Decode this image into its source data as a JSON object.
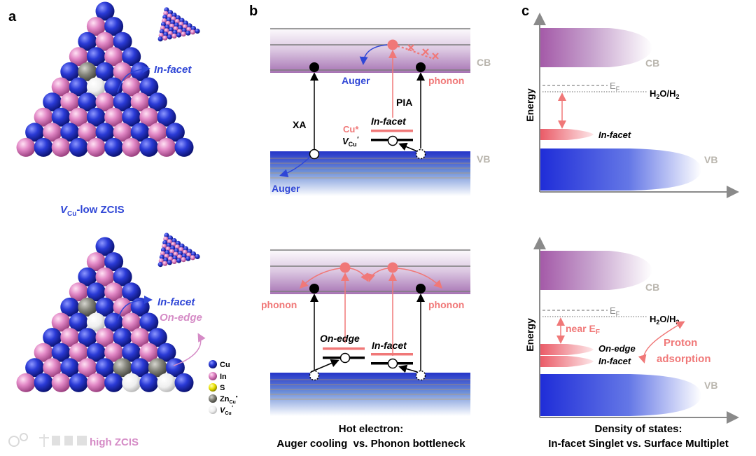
{
  "panel_a": {
    "label": "a",
    "top_caption_sym": "V",
    "top_caption_sub": "Cu",
    "top_caption_rest": "-low ZCIS",
    "bottom_caption_rest": "high ZCIS",
    "annot_in_facet_top": "In-facet",
    "annot_in_facet_bottom": "In-facet",
    "annot_on_edge": "On-edge",
    "legend": [
      {
        "label": "Cu",
        "color": "#2332c8"
      },
      {
        "label": "In",
        "color": "#e07fc0"
      },
      {
        "label": "S",
        "color": "#e8e000"
      },
      {
        "label": "Zn",
        "sub": "Cu",
        "sup": "•",
        "color": "#7f7f77"
      },
      {
        "label": "V",
        "sub": "Cu",
        "sup": "′",
        "color": "#e6e6e6"
      }
    ]
  },
  "panel_b": {
    "label": "b",
    "top": {
      "cb": "CB",
      "vb": "VB",
      "auger_top": "Auger",
      "auger_bottom": "Auger",
      "phonon": "phonon",
      "pia": "PIA",
      "xa": "XA",
      "cu_star": "Cu*",
      "in_facet": "In-facet",
      "vcu_sym": "V",
      "vcu_sub": "Cu",
      "vcu_sup": "′"
    },
    "bottom": {
      "phonon_left": "phonon",
      "phonon_right": "phonon",
      "on_edge": "On-edge",
      "in_facet": "In-facet"
    },
    "caption_line1": "Hot electron:",
    "caption_line2": "Auger cooling  vs. Phonon bottleneck"
  },
  "panel_c": {
    "label": "c",
    "top": {
      "energy": "Energy",
      "cb": "CB",
      "vb": "VB",
      "ef": "E",
      "ef_sub": "F",
      "h2o": "H",
      "h2o_sub1": "2",
      "h2o_mid": "O/H",
      "h2o_sub2": "2",
      "in_facet": "In-facet"
    },
    "bottom": {
      "energy": "Energy",
      "cb": "CB",
      "vb": "VB",
      "ef": "E",
      "ef_sub": "F",
      "h2o": "H",
      "h2o_sub1": "2",
      "h2o_mid": "O/H",
      "h2o_sub2": "2",
      "near_ef": "near E",
      "near_ef_sub": "F",
      "on_edge": "On-edge",
      "in_facet": "In-facet",
      "proton_line1": "Proton",
      "proton_line2": "adsorption"
    },
    "caption_line1": "Density of states:",
    "caption_line2": "In-facet Singlet vs. Surface Multiplet"
  },
  "colors": {
    "cu": "#2332c8",
    "in": "#e07fc0",
    "zn": "#7f7f77",
    "vacancy": "#e6e6e6",
    "accent_red": "#f07878",
    "accent_blue": "#2f46d6",
    "cb_gray": "#b9b5ad"
  }
}
